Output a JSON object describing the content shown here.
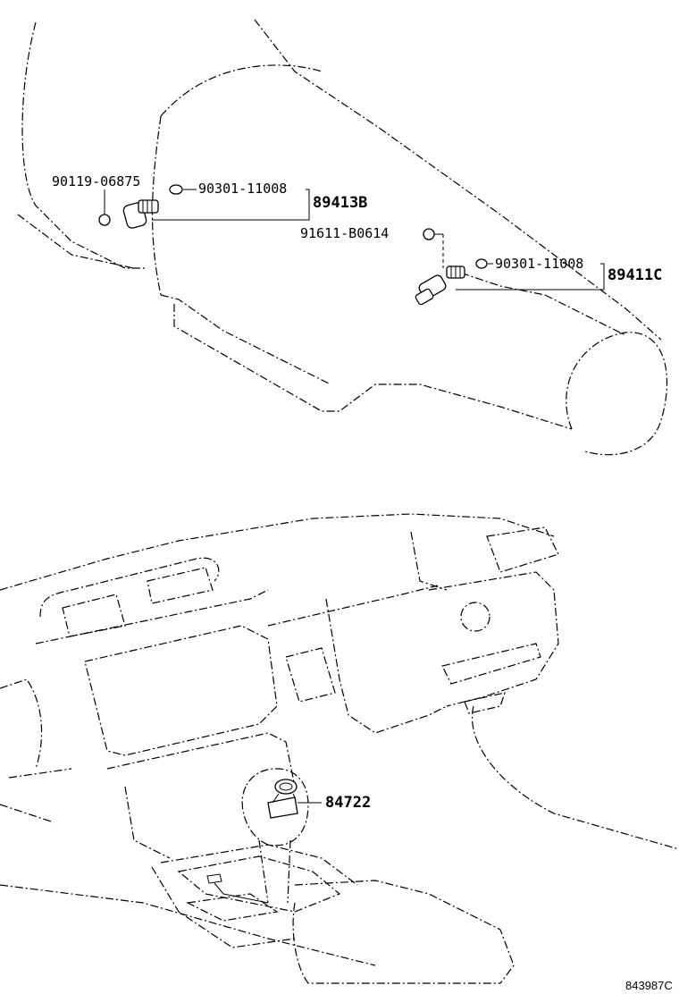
{
  "labels": {
    "bolt_upper_left": "90119-06875",
    "oring_upper": "90301-11008",
    "assy_upper": "89413B",
    "bolt_lower": "91611-B0614",
    "oring_lower": "90301-11008",
    "assy_lower": "89411C",
    "shift_knob_part": "84722",
    "drawing_ref": "843987C"
  }
}
